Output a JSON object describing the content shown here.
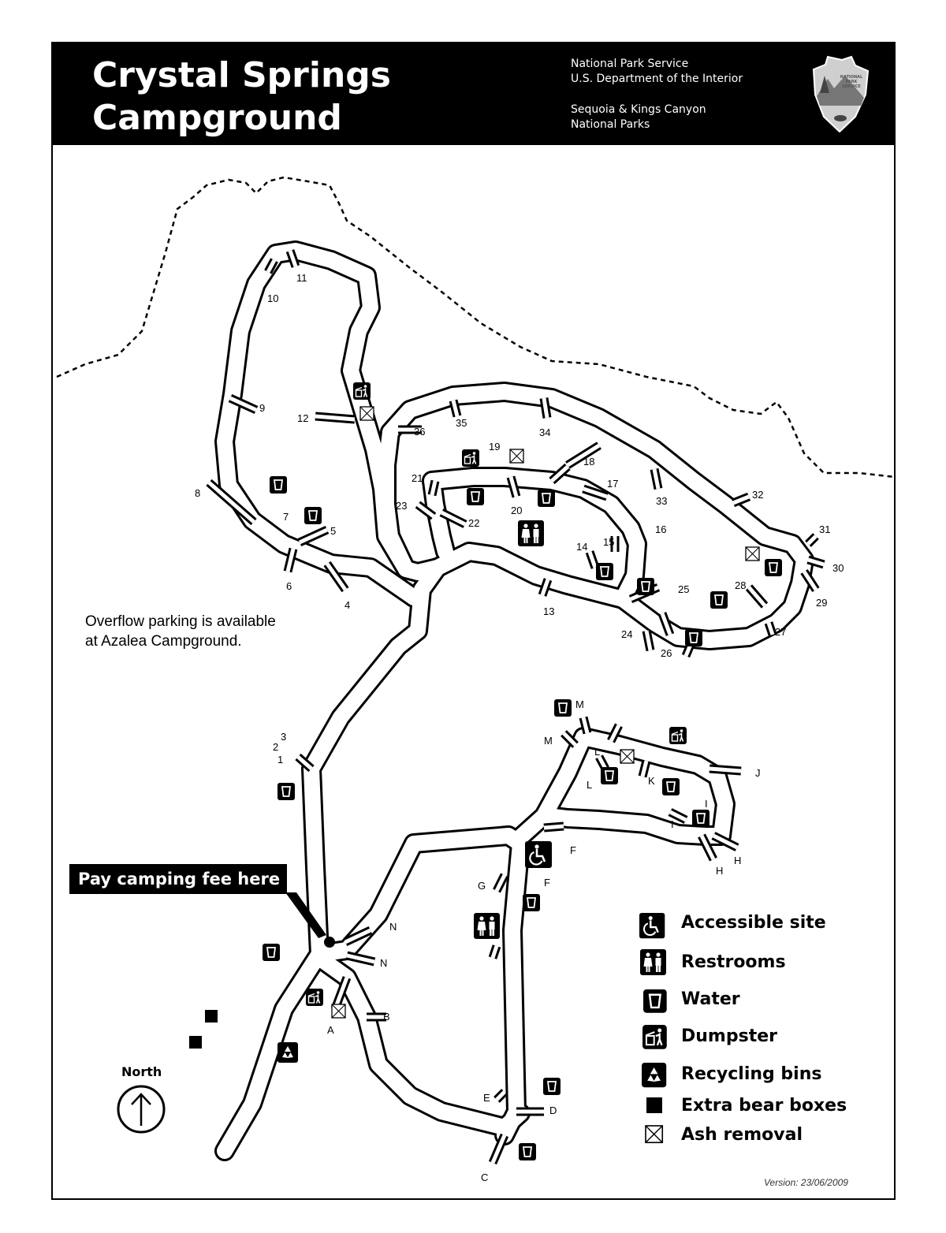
{
  "header": {
    "title_line1": "Crystal Springs",
    "title_line2": "Campground",
    "agency_line1": "National Park Service",
    "agency_line2": "U.S. Department of the Interior",
    "park_line1": "Sequoia & Kings Canyon",
    "park_line2": "National Parks",
    "logo_line1": "NATIONAL",
    "logo_line2": "PARK",
    "logo_line3": "SERVICE"
  },
  "notes": {
    "overflow": "Overflow parking is available at Azalea Campground.",
    "fee": "Pay camping fee here"
  },
  "north_label": "North",
  "legend": {
    "accessible": "Accessible site",
    "restrooms": "Restrooms",
    "water": "Water",
    "dumpster": "Dumpster",
    "recycling": "Recycling bins",
    "bear_boxes": "Extra bear boxes",
    "ash": "Ash removal"
  },
  "version": "Version: 23/06/2009",
  "site_labels": {
    "s1": "1",
    "s2": "2",
    "s3": "3",
    "s4": "4",
    "s5": "5",
    "s6": "6",
    "s7": "7",
    "s8": "8",
    "s9": "9",
    "s10": "10",
    "s11": "11",
    "s12": "12",
    "s13": "13",
    "s14": "14",
    "s15": "15",
    "s16": "16",
    "s17": "17",
    "s18": "18",
    "s19": "19",
    "s20": "20",
    "s21": "21",
    "s22": "22",
    "s23": "23",
    "s24": "24",
    "s25": "25",
    "s26": "26",
    "s27": "27",
    "s28": "28",
    "s29": "29",
    "s30": "30",
    "s31": "31",
    "s32": "32",
    "s33": "33",
    "s34": "34",
    "s35": "35",
    "s36": "36",
    "A": "A",
    "B": "B",
    "C": "C",
    "D": "D",
    "E": "E",
    "F": "F",
    "G": "G",
    "H": "H",
    "I": "I",
    "J": "J",
    "K": "K",
    "L": "L",
    "M": "M",
    "N": "N"
  }
}
